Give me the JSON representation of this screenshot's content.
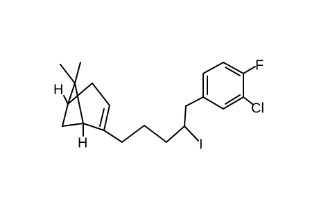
{
  "molecule": {
    "atom_labels": {
      "fluorine": "F",
      "chlorine": "Cl",
      "iodine": "I",
      "hydrogen_top": "H",
      "hydrogen_bottom": "H"
    }
  },
  "colors": {
    "bond": "#000000",
    "label": "#000000",
    "background": "#ffffff"
  }
}
